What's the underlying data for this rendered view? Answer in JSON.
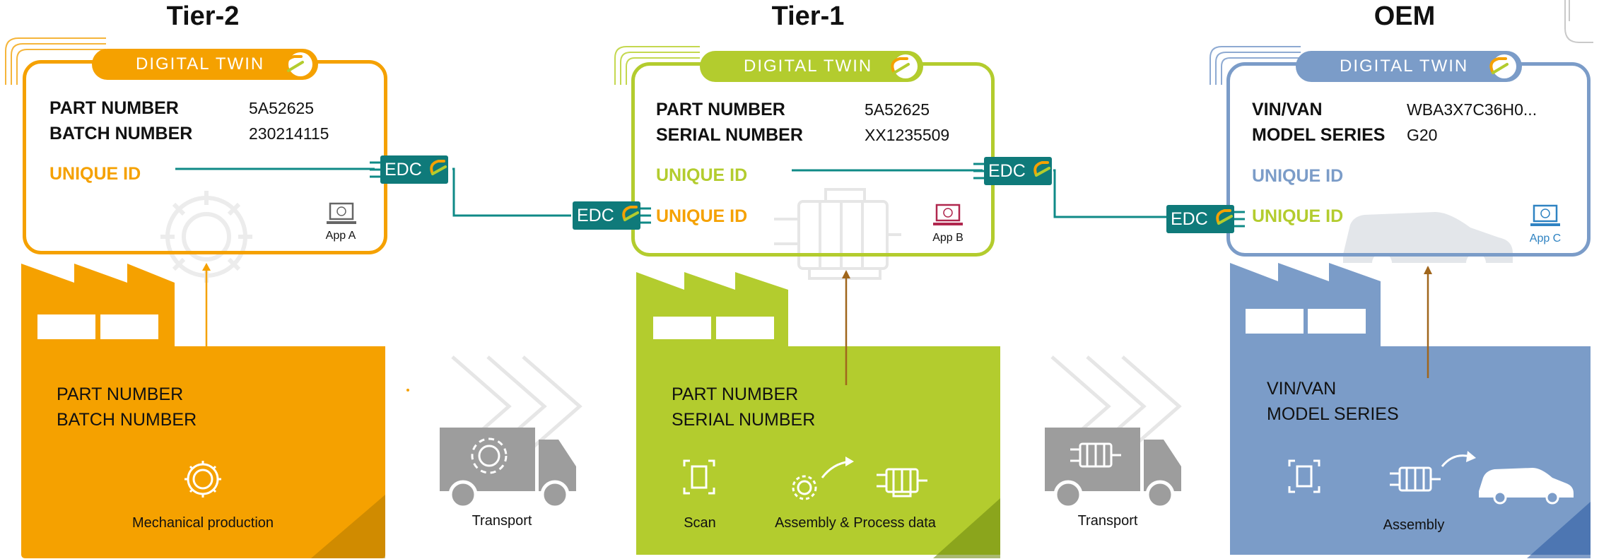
{
  "tiers": [
    {
      "title": "Tier-2",
      "twin": {
        "header": "DIGITAL TWIN",
        "rows": [
          {
            "label": "PART NUMBER",
            "value": "5A52625"
          },
          {
            "label": "BATCH NUMBER",
            "value": "230214115"
          }
        ],
        "unique_id": "UNIQUE ID",
        "app_label": "App A"
      },
      "factory": {
        "lines": [
          "PART NUMBER",
          "BATCH NUMBER"
        ],
        "steps": [
          "Mechanical production"
        ]
      }
    },
    {
      "title": "Tier-1",
      "twin": {
        "header": "DIGITAL TWIN",
        "rows": [
          {
            "label": "PART NUMBER",
            "value": "5A52625"
          },
          {
            "label": "SERIAL NUMBER",
            "value": "XX1235509"
          }
        ],
        "unique_id": "UNIQUE ID",
        "received_unique_id": "UNIQUE ID",
        "app_label": "App B"
      },
      "factory": {
        "lines": [
          "PART NUMBER",
          "SERIAL NUMBER"
        ],
        "steps": [
          "Scan",
          "Assembly & Process data"
        ]
      }
    },
    {
      "title": "OEM",
      "twin": {
        "header": "DIGITAL TWIN",
        "rows": [
          {
            "label": "VIN/VAN",
            "value": "WBA3X7C36H0..."
          },
          {
            "label": "MODEL SERIES",
            "value": "G20"
          }
        ],
        "unique_id": "UNIQUE ID",
        "received_unique_id": "UNIQUE ID",
        "app_label": "App C"
      },
      "factory": {
        "lines": [
          "VIN/VAN",
          "MODEL SERIES"
        ],
        "steps": [
          "Assembly"
        ]
      }
    }
  ],
  "connectors": {
    "edc_label": "EDC"
  },
  "transport": [
    {
      "label": "Transport"
    },
    {
      "label": "Transport"
    }
  ],
  "colors": {
    "orange": "#f5a100",
    "green": "#b3cc2e",
    "blue": "#7b9cc8",
    "teal": "#0f7a7a",
    "grey": "#9d9d9d",
    "brown": "#a0661c",
    "appB": "#b0274e",
    "appC": "#2f83c2"
  }
}
